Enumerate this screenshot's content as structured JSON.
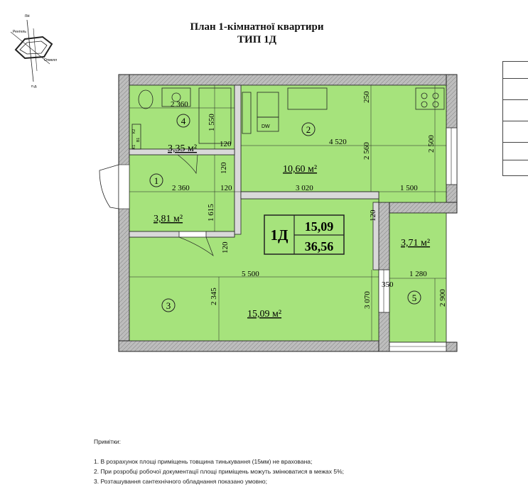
{
  "header": {
    "title": "План 1-кімнатної квартири",
    "subtitle": "ТИП 1Д"
  },
  "compass": {
    "label_north": "пн",
    "label_center": "Рентель",
    "label_east": "Отмелл",
    "label_south": "п.д."
  },
  "colors": {
    "room_fill": "#a6e37c",
    "wall_fill": "#bdbdbd",
    "wall_stroke": "#222222"
  },
  "rooms": [
    {
      "id": "room-1",
      "number": "1",
      "area": "3,81 м²"
    },
    {
      "id": "room-2",
      "number": "2",
      "area": "10,60 м²"
    },
    {
      "id": "room-3",
      "number": "3",
      "area": "15,09 м²"
    },
    {
      "id": "room-4",
      "number": "4",
      "area": "3,35 м²"
    },
    {
      "id": "room-5",
      "number": "5",
      "area": "3,71 м²"
    }
  ],
  "summary": {
    "type": "1Д",
    "living_area": "15,09",
    "total_area": "36,56"
  },
  "dimensions": {
    "d_2360_top": "2 360",
    "d_1550": "1 550",
    "d_120_a": "120",
    "d_250": "250",
    "d_4520": "4 520",
    "d_2560": "2 560",
    "d_2500": "2 500",
    "d_120_b": "120",
    "d_2360_mid": "2 360",
    "d_120_c": "120",
    "d_3020": "3 020",
    "d_1500": "1 500",
    "d_1615": "1 615",
    "d_120_d": "120",
    "d_120_e": "120",
    "d_5500": "5 500",
    "d_1280": "1 280",
    "d_350": "350",
    "d_2345": "2 345",
    "d_3070": "3 070",
    "d_2900": "2 900"
  },
  "fixtures": {
    "label_dw": "DW",
    "label_k1": "K1",
    "label_b1": "B1",
    "label_k2": "K2"
  },
  "notes": {
    "heading": "Примітки:",
    "items": [
      "1. В розрахунок площі приміщень товщина тинькування (15мм) не врахована;",
      "2. При розробці робочої документації площі приміщень можуть змінюватися в межах 5%;",
      "3. Розташування сантехнічного обладнання показано умовно;"
    ]
  }
}
